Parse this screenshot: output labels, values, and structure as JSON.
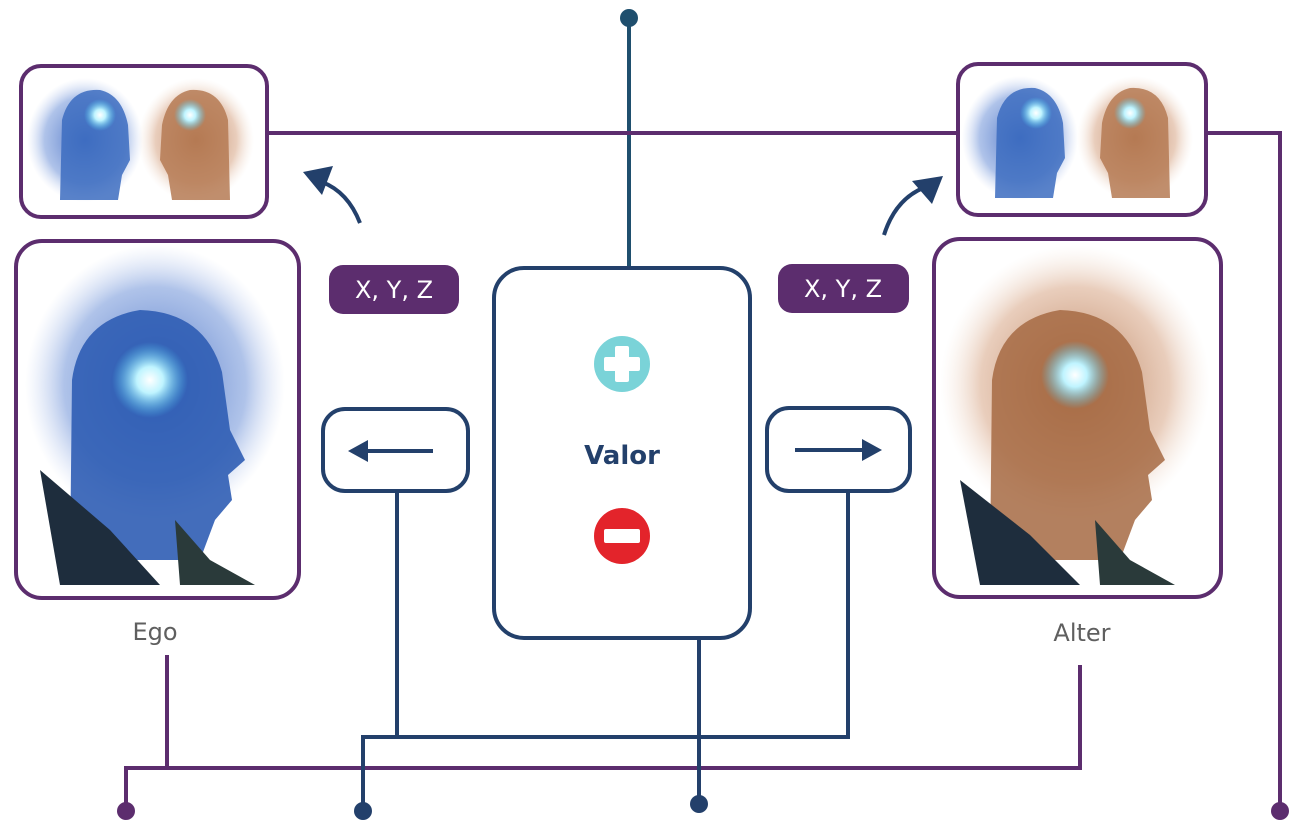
{
  "labels": {
    "ego": "Ego",
    "alter": "Alter",
    "center": "Valor",
    "left_tag": "X, Y, Z",
    "right_tag": "X, Y, Z"
  },
  "colors": {
    "purple": "#5c2d6e",
    "navy": "#23406b",
    "teal_line": "#1f4f6e",
    "plus": "#7ad3d8",
    "minus": "#e3242b",
    "caption_gray": "#5f5f5f"
  },
  "icons": {
    "plus": "plus-circle-icon",
    "minus": "minus-circle-icon",
    "left_arrow": "arrow-left-icon",
    "right_arrow": "arrow-right-icon"
  }
}
